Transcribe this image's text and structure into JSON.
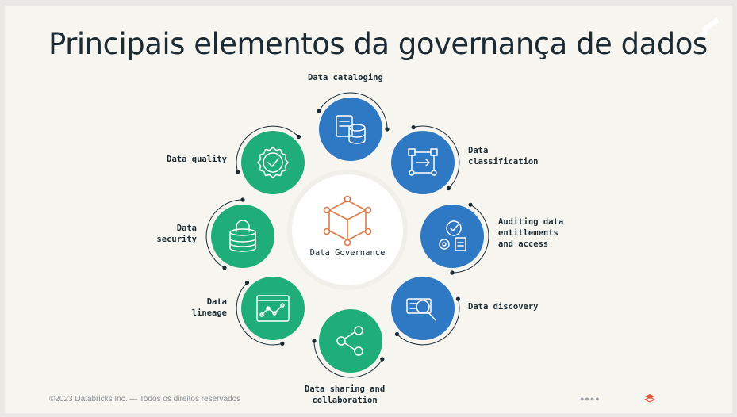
{
  "slide": {
    "title": "Principais elementos da governança de dados",
    "center_label": "Data Governance",
    "footer_text": "©2023 Databricks Inc. — Todos os direitos reservados",
    "footer_dots": "●●●●"
  },
  "elements": [
    {
      "label": "Data cataloging",
      "icon": "database-documents-icon",
      "color": "#2f78c4"
    },
    {
      "label": "Data\nclassification",
      "icon": "workflow-arrows-icon",
      "color": "#2f78c4"
    },
    {
      "label": "Auditing data\nentitlements\nand access",
      "icon": "audit-check-gear-icon",
      "color": "#2f78c4"
    },
    {
      "label": "Data discovery",
      "icon": "search-magnifier-icon",
      "color": "#2f78c4"
    },
    {
      "label": "Data sharing and\ncollaboration",
      "icon": "share-icon",
      "color": "#1fae7a"
    },
    {
      "label": "Data\nlineage",
      "icon": "line-chart-icon",
      "color": "#1fae7a"
    },
    {
      "label": "Data\nsecurity",
      "icon": "lock-database-icon",
      "color": "#1fae7a"
    },
    {
      "label": "Data quality",
      "icon": "badge-check-icon",
      "color": "#1fae7a"
    }
  ],
  "colors": {
    "blue": "#2f78c4",
    "green": "#1fae7a",
    "center_icon": "#e07a45",
    "text": "#1c2b33",
    "background": "#f6f5f0"
  }
}
